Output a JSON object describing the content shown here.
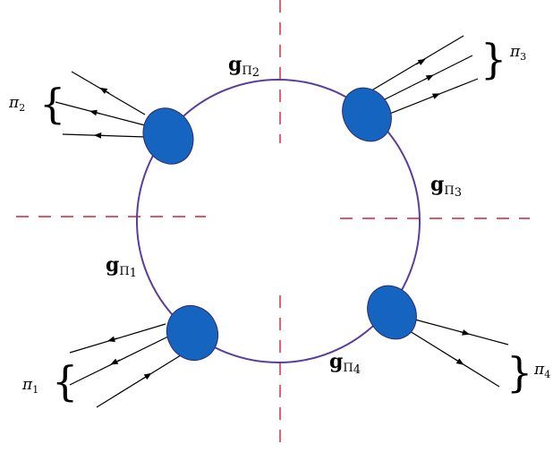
{
  "colors": {
    "loop": "#5a3d9a",
    "blob_fill": "#1565c0",
    "blob_stroke": "#2a2a6a",
    "cut": "#d81e3a",
    "line": "#000000"
  },
  "couplings": {
    "g1": {
      "main": "g",
      "sub": "Π",
      "index": "1"
    },
    "g2": {
      "main": "g",
      "sub": "Π",
      "index": "2"
    },
    "g3": {
      "main": "g",
      "sub": "Π",
      "index": "3"
    },
    "g4": {
      "main": "g",
      "sub": "Π",
      "index": "4"
    }
  },
  "pions": {
    "p1": {
      "main": "π",
      "index": "1"
    },
    "p2": {
      "main": "π",
      "index": "2"
    },
    "p3": {
      "main": "π",
      "index": "3"
    },
    "p4": {
      "main": "π",
      "index": "4"
    }
  },
  "brace_glyph": {
    "left": "{",
    "right": "}"
  }
}
